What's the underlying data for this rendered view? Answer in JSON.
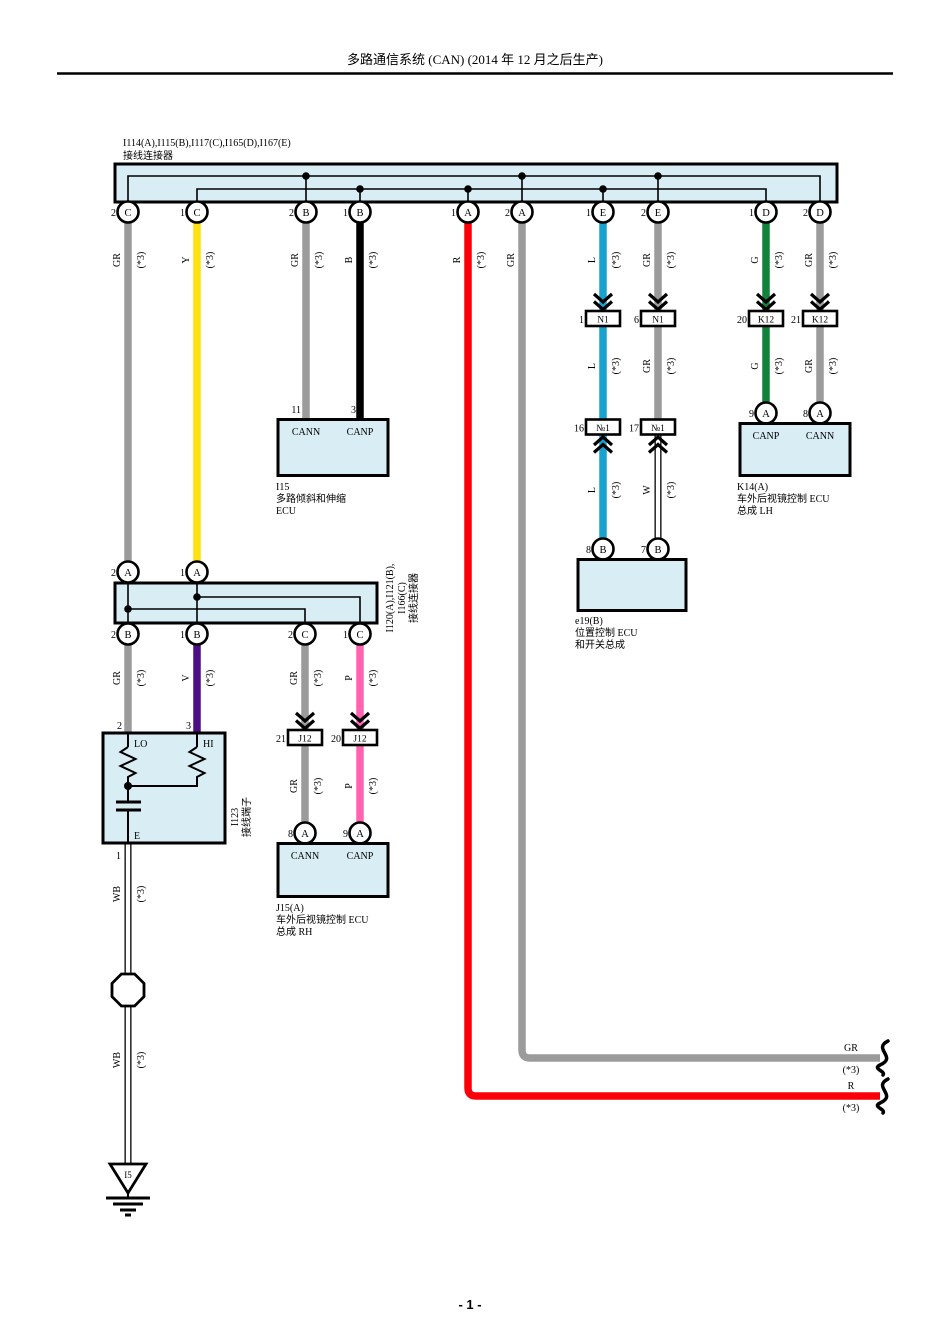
{
  "header": {
    "title": "多路通信系统 (CAN) (2014 年 12 月之后生产)"
  },
  "footer": {
    "page_number": "- 1 -"
  },
  "labels": {
    "gr": "GR",
    "y": "Y",
    "b": "B",
    "r": "R",
    "l": "L",
    "g": "G",
    "v": "V",
    "p": "P",
    "w": "W",
    "wb": "WB",
    "star3": "(*3)",
    "cann": "CANN",
    "canp": "CANP"
  },
  "colors": {
    "box_fill": "#d9edf4",
    "gr": "#9b9b9b",
    "y": "#ffe10c",
    "b": "#000000",
    "r": "#fb0008",
    "l": "#18a2cd",
    "g": "#12823b",
    "v": "#4e0d85",
    "p": "#ff63b0",
    "white_wire": "#ffffff"
  },
  "top_connector": {
    "title_line1": "I114(A),I115(B),I117(C),I165(D),I167(E)",
    "title_line2": "接线连接器",
    "pins": [
      {
        "num": "2",
        "letter": "C"
      },
      {
        "num": "1",
        "letter": "C"
      },
      {
        "num": "2",
        "letter": "B"
      },
      {
        "num": "1",
        "letter": "B"
      },
      {
        "num": "1",
        "letter": "A"
      },
      {
        "num": "2",
        "letter": "A"
      },
      {
        "num": "1",
        "letter": "E"
      },
      {
        "num": "2",
        "letter": "E"
      },
      {
        "num": "1",
        "letter": "D"
      },
      {
        "num": "2",
        "letter": "D"
      }
    ]
  },
  "mid_connector": {
    "title_line1": "I120(A),I121(B),",
    "title_line2": "I166(C)",
    "title_line3": "接线连接器",
    "top_pins": [
      {
        "num": "2",
        "letter": "A"
      },
      {
        "num": "1",
        "letter": "A"
      }
    ],
    "bottom_pins": [
      {
        "num": "2",
        "letter": "B"
      },
      {
        "num": "1",
        "letter": "B"
      },
      {
        "num": "2",
        "letter": "C"
      },
      {
        "num": "1",
        "letter": "C"
      }
    ]
  },
  "inline_connectors": {
    "n1_left": {
      "num": "1",
      "code": "N1"
    },
    "n1_right": {
      "num": "6",
      "code": "N1"
    },
    "k12_left": {
      "num": "20",
      "code": "K12"
    },
    "k12_right": {
      "num": "21",
      "code": "K12"
    },
    "ne1_left": {
      "num": "16",
      "code": "№1"
    },
    "ne1_right": {
      "num": "17",
      "code": "№1"
    },
    "j12_left": {
      "num": "21",
      "code": "J12"
    },
    "j12_right": {
      "num": "20",
      "code": "J12"
    }
  },
  "i15": {
    "name": "I15",
    "desc1": "多路倾斜和伸缩",
    "desc2": "ECU",
    "pin_left": "11",
    "pin_right": "3"
  },
  "k14": {
    "name": "K14(A)",
    "desc1": "车外后视镜控制  ECU",
    "desc2": "总成  LH",
    "pin_left": {
      "num": "9",
      "letter": "A"
    },
    "pin_right": {
      "num": "8",
      "letter": "A"
    }
  },
  "e19": {
    "name": "e19(B)",
    "desc1": "位置控制  ECU",
    "desc2": "和开关总成",
    "pin_left": {
      "num": "8",
      "letter": "B"
    },
    "pin_right": {
      "num": "7",
      "letter": "B"
    }
  },
  "j15": {
    "name": "J15(A)",
    "desc1": "车外后视镜控制  ECU",
    "desc2": "总成  RH",
    "pin_left": {
      "num": "8",
      "letter": "A"
    },
    "pin_right": {
      "num": "9",
      "letter": "A"
    }
  },
  "i123": {
    "name": "I123",
    "desc": "接线端子",
    "pin_top_left": "2",
    "pin_top_right": "3",
    "lo": "LO",
    "hi": "HI",
    "e": "E",
    "pin_bottom": "1"
  },
  "ground": {
    "code": "I5"
  }
}
